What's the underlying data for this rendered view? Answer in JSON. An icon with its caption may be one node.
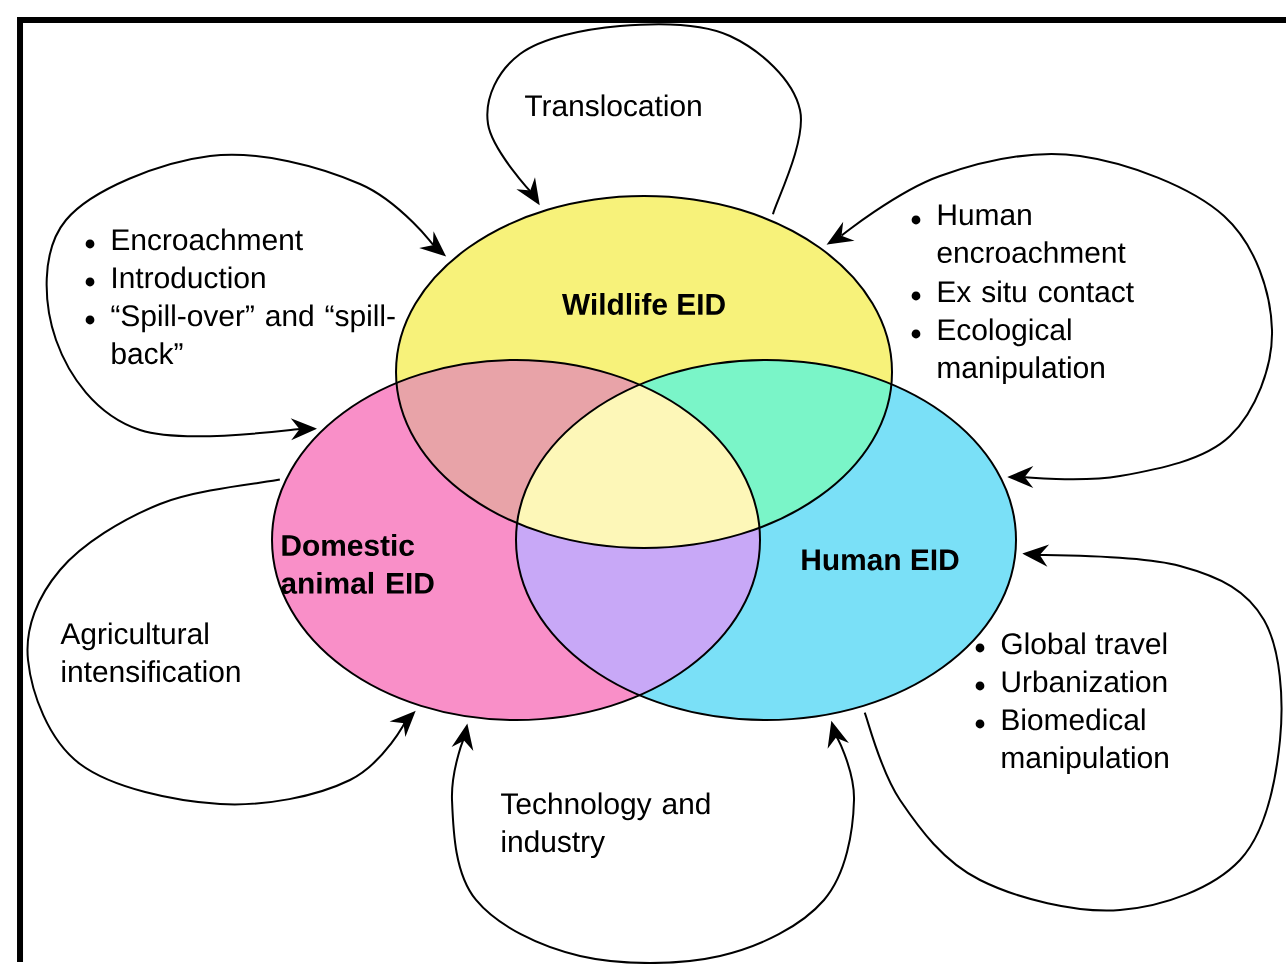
{
  "diagram": {
    "nodes": [
      {
        "text": [
          "Wildlife EID"
        ]
      },
      {
        "text": [
          "Domestic animal EID"
        ]
      },
      {
        "text": [
          "Human EID"
        ]
      }
    ],
    "edges": [
      {
        "from": 0,
        "to": 0,
        "arrow": "to"
      },
      {
        "from": 1,
        "to": 0,
        "arrow": "both"
      },
      {
        "from": 0,
        "to": 2,
        "arrow": "both"
      },
      {
        "from": 1,
        "to": 1,
        "arrow": "to"
      },
      {
        "from": 1,
        "to": 2,
        "arrow": "both"
      },
      {
        "from": 2,
        "to": 2,
        "arrow": "to"
      }
    ],
    "labels": [
      "Translocation",
      "Encroachment",
      "Introduction",
      "“Spill-over” and “spill-back”",
      "Human encroachment",
      "Ex situ contact",
      "Ecological manipulation",
      "Agricultural intensification",
      "Global travel",
      "Urbanization",
      "Biomedical manipulation",
      "Technology and industry"
    ]
  }
}
